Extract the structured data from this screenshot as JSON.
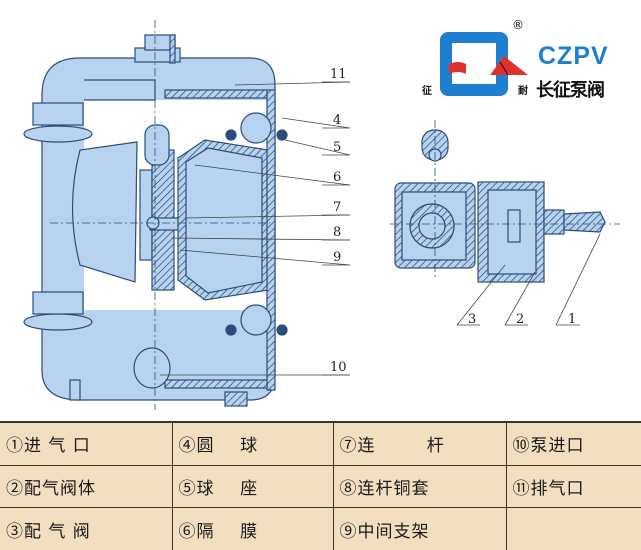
{
  "logo": {
    "brand": "CZPV",
    "chinese_name": "长征泵阀",
    "left_char": "征",
    "right_char": "耐",
    "registered_mark": "®",
    "colors": {
      "frame_blue": "#1e7fd1",
      "flag_red": "#e0302a"
    }
  },
  "diagram": {
    "main_pump_callouts": [
      "11",
      "4",
      "5",
      "6",
      "7",
      "8",
      "9",
      "10"
    ],
    "valve_callouts": [
      "3",
      "2",
      "1"
    ],
    "colors": {
      "fill_blue": "#b8d3ef",
      "line": "#2a4d7a"
    }
  },
  "parts_table": {
    "rows": [
      [
        "①进 气 口",
        "④圆    球",
        "⑦连        杆",
        "⑩泵进口"
      ],
      [
        "②配气阀体",
        "⑤球    座",
        "⑧连杆铜套",
        "⑪排气口"
      ],
      [
        "③配 气 阀",
        "⑥隔    膜",
        "⑨中间支架",
        ""
      ]
    ]
  }
}
